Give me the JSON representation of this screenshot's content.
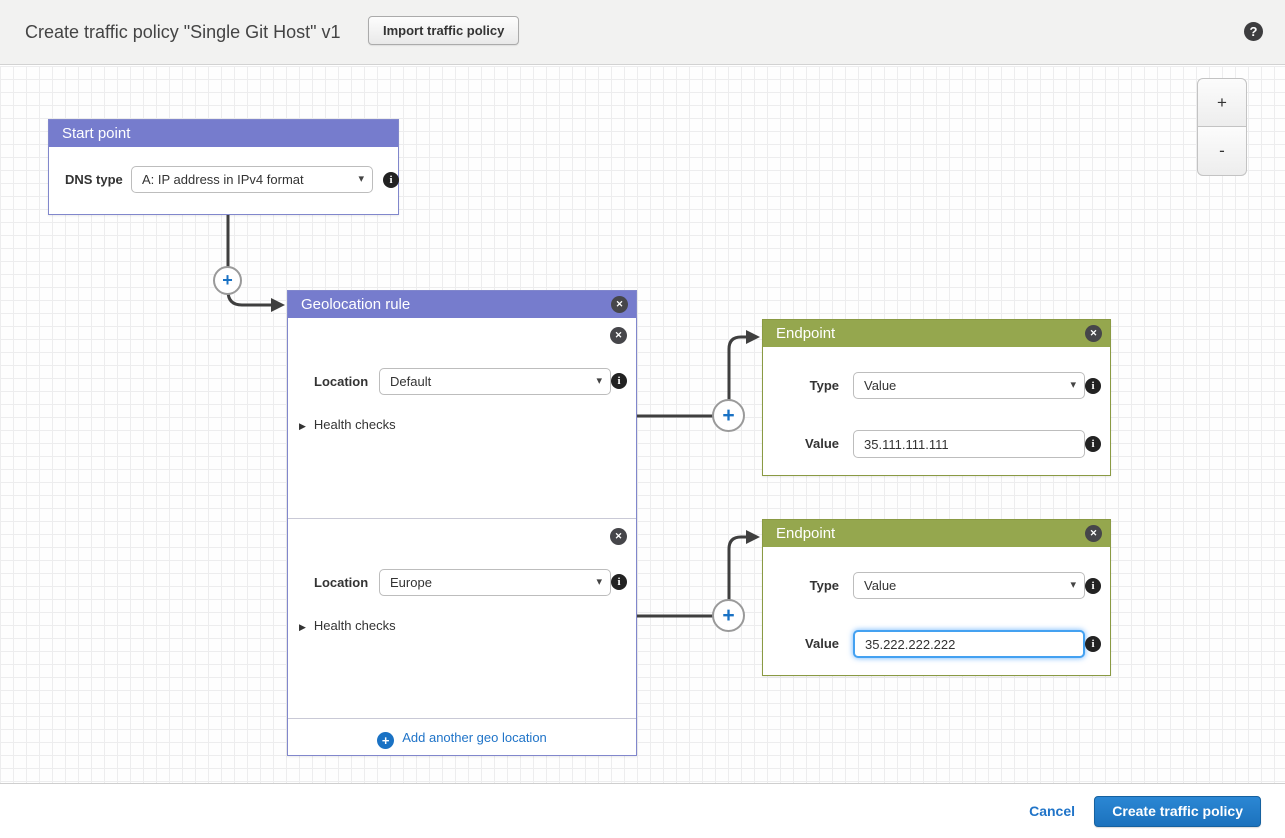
{
  "header": {
    "title": "Create traffic policy \"Single Git Host\" v1",
    "import_button": "Import traffic policy"
  },
  "zoom_controls": {
    "zoom_in": "+",
    "zoom_out": "-"
  },
  "icons": {
    "help": "?",
    "close": "✕",
    "info": "i",
    "plus": "+",
    "caret": "▾",
    "collapsed_arrow": "▶"
  },
  "start_point": {
    "title": "Start point",
    "dns_type_label": "DNS type",
    "dns_type_value": "A: IP address in IPv4 format"
  },
  "geolocation_rule": {
    "title": "Geolocation rule",
    "sections": [
      {
        "location_label": "Location",
        "location_value": "Default",
        "health_checks_label": "Health checks"
      },
      {
        "location_label": "Location",
        "location_value": "Europe",
        "health_checks_label": "Health checks"
      }
    ],
    "add_link": "Add another geo location"
  },
  "endpoints": [
    {
      "title": "Endpoint",
      "type_label": "Type",
      "type_value": "Value",
      "value_label": "Value",
      "value": "35.111.111.111",
      "focused": false
    },
    {
      "title": "Endpoint",
      "type_label": "Type",
      "type_value": "Value",
      "value_label": "Value",
      "value": "35.222.222.222",
      "focused": true
    }
  ],
  "footer": {
    "cancel": "Cancel",
    "create": "Create traffic policy"
  },
  "colors": {
    "header_purple": "#767ccd",
    "header_green": "#95a74e",
    "link_blue": "#2074c8",
    "primary_button_blue": "#1f7ec8",
    "connector_gray": "#3f3f3f"
  }
}
